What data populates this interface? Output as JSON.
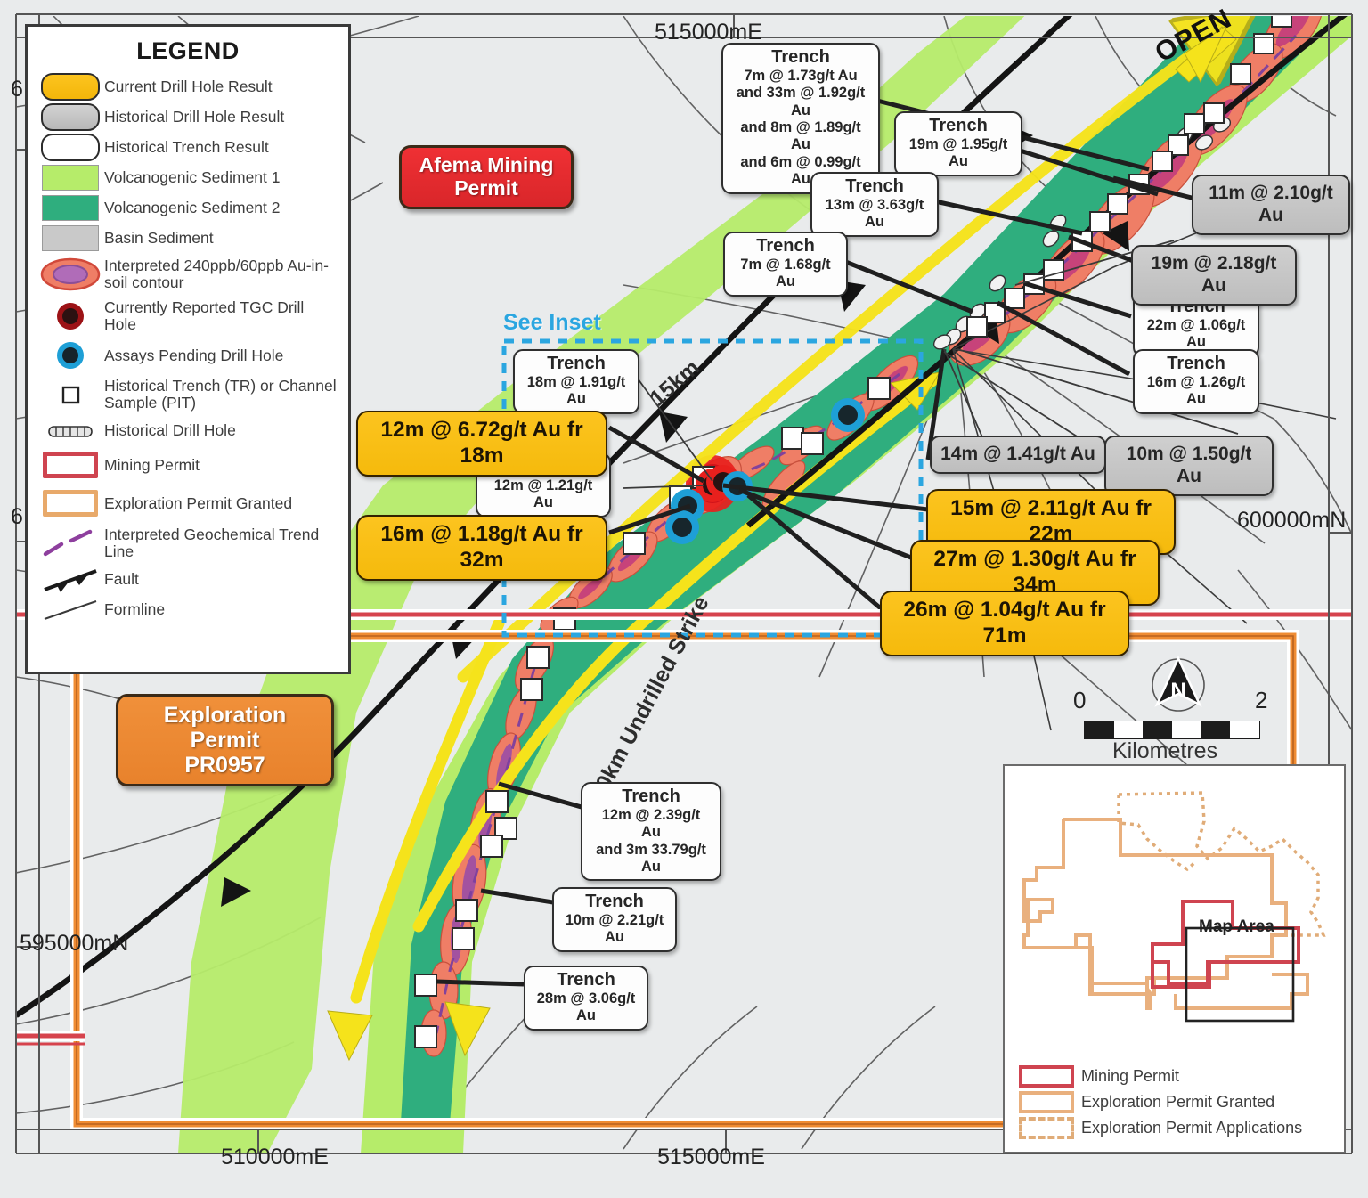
{
  "legend": {
    "title": "LEGEND",
    "items": [
      {
        "label": "Current Drill Hole Result",
        "key": "pill-yellow"
      },
      {
        "label": "Historical Drill Hole Result",
        "key": "pill-grey"
      },
      {
        "label": "Historical Trench Result",
        "key": "pill-white"
      },
      {
        "label": "Volcanogenic Sediment 1",
        "key": "swatch-lightgreen"
      },
      {
        "label": "Volcanogenic Sediment 2",
        "key": "swatch-green"
      },
      {
        "label": "Basin Sediment",
        "key": "swatch-grey"
      },
      {
        "label": "Interpreted 240ppb/60ppb Au-in-soil contour",
        "key": "contour-ellipse-icon"
      },
      {
        "label": "Currently Reported TGC Drill Hole",
        "key": "red-dot-icon"
      },
      {
        "label": "Assays Pending Drill Hole",
        "key": "blue-dot-icon"
      },
      {
        "label": "Historical Trench (TR) or Channel Sample (PIT)",
        "key": "white-square-icon"
      },
      {
        "label": "Historical Drill Hole",
        "key": "drillhole-trace-icon"
      },
      {
        "label": "Mining Permit",
        "key": "mining-permit-box-icon"
      },
      {
        "label": "Exploration Permit Granted",
        "key": "exploration-permit-box-icon"
      },
      {
        "label": "Interpreted Geochemical Trend Line",
        "key": "dashed-purple-line-icon"
      },
      {
        "label": "Fault",
        "key": "fault-line-icon"
      },
      {
        "label": "Formline",
        "key": "formline-icon"
      }
    ]
  },
  "badges": {
    "mining_permit": "Afema Mining\nPermit",
    "mining_permit_l1": "Afema Mining",
    "mining_permit_l2": "Permit",
    "exploration_permit_l1": "Exploration Permit",
    "exploration_permit_l2": "PR0957"
  },
  "map_labels": {
    "see_inset": "See Inset",
    "open": "OPEN",
    "strike_15km": "15km",
    "strike_10km": "10km Undrilled Strike"
  },
  "coordinates": {
    "top_e": "515000mE",
    "bottom_e_left": "510000mE",
    "bottom_e_right": "515000mE",
    "left_n_top": "6",
    "left_n_bottom": "6",
    "left_n_595": "595000mN",
    "right_n": "600000mN"
  },
  "scale": {
    "min": "0",
    "max": "2",
    "caption": "Kilometres",
    "north": "N"
  },
  "trench_callouts": [
    {
      "id": "t-7m173",
      "title": "Trench",
      "lines": [
        "7m @ 1.73g/t Au",
        "and 33m @ 1.92g/t Au",
        "and 8m @ 1.89g/t Au",
        "and 6m @ 0.99g/t Au"
      ]
    },
    {
      "id": "t-19m195",
      "title": "Trench",
      "lines": [
        "19m @ 1.95g/t Au"
      ]
    },
    {
      "id": "t-13m363",
      "title": "Trench",
      "lines": [
        "13m @ 3.63g/t Au"
      ]
    },
    {
      "id": "t-7m168",
      "title": "Trench",
      "lines": [
        "7m @ 1.68g/t Au"
      ]
    },
    {
      "id": "t-22m106",
      "title": "Trench",
      "lines": [
        "22m @ 1.06g/t Au"
      ]
    },
    {
      "id": "t-16m126",
      "title": "Trench",
      "lines": [
        "16m @ 1.26g/t Au"
      ]
    },
    {
      "id": "t-18m191",
      "title": "Trench",
      "lines": [
        "18m @ 1.91g/t Au"
      ]
    },
    {
      "id": "t-12m121",
      "title": "Trench",
      "lines": [
        "12m @ 1.21g/t Au"
      ]
    },
    {
      "id": "t-12m239",
      "title": "Trench",
      "lines": [
        "12m @ 2.39g/t Au",
        "and 3m 33.79g/t Au"
      ]
    },
    {
      "id": "t-10m221",
      "title": "Trench",
      "lines": [
        "10m @ 2.21g/t Au"
      ]
    },
    {
      "id": "t-28m306",
      "title": "Trench",
      "lines": [
        "28m @ 3.06g/t Au"
      ]
    }
  ],
  "historical_drill_callouts": [
    {
      "id": "h-11m210",
      "text": "11m @ 2.10g/t Au"
    },
    {
      "id": "h-19m218",
      "text": "19m @ 2.18g/t Au"
    },
    {
      "id": "h-14m141",
      "text": "14m @ 1.41g/t Au"
    },
    {
      "id": "h-10m150",
      "text": "10m @ 1.50g/t Au"
    }
  ],
  "current_drill_callouts": [
    {
      "id": "c-12m672",
      "text": "12m @ 6.72g/t Au fr 18m"
    },
    {
      "id": "c-16m118",
      "text": "16m @ 1.18g/t Au fr 32m"
    },
    {
      "id": "c-15m211",
      "text": "15m @ 2.11g/t Au fr 22m"
    },
    {
      "id": "c-27m130",
      "text": "27m @ 1.30g/t Au fr 34m"
    },
    {
      "id": "c-26m104",
      "text": "26m @ 1.04g/t Au fr 71m"
    }
  ],
  "inset": {
    "map_area_label": "Map Area",
    "legend": [
      {
        "label": "Mining Permit",
        "key": "mining-permit-box-icon"
      },
      {
        "label": "Exploration Permit Granted",
        "key": "exploration-permit-box-icon"
      },
      {
        "label": "Exploration Permit Applications",
        "key": "exploration-permit-application-box-icon"
      }
    ]
  },
  "colors": {
    "current_drill": "#f8c01a",
    "historical_drill": "#c6c6c6",
    "trench": "#fdfdfd",
    "volc_sed_1": "#b6ec6a",
    "volc_sed_2": "#2fae7e",
    "basin_sed": "#c9c9c9",
    "mining_permit": "#cf4450",
    "exploration_permit": "#e8a96a",
    "au_contour_outer": "#ef7e66",
    "au_contour_inner": "#b06cb8",
    "mining_permit_badge": "#e62e32",
    "exploration_permit_badge": "#ef8c33",
    "inset_box": "#2ba6e0",
    "strike_arrow": "#f5e31b"
  }
}
